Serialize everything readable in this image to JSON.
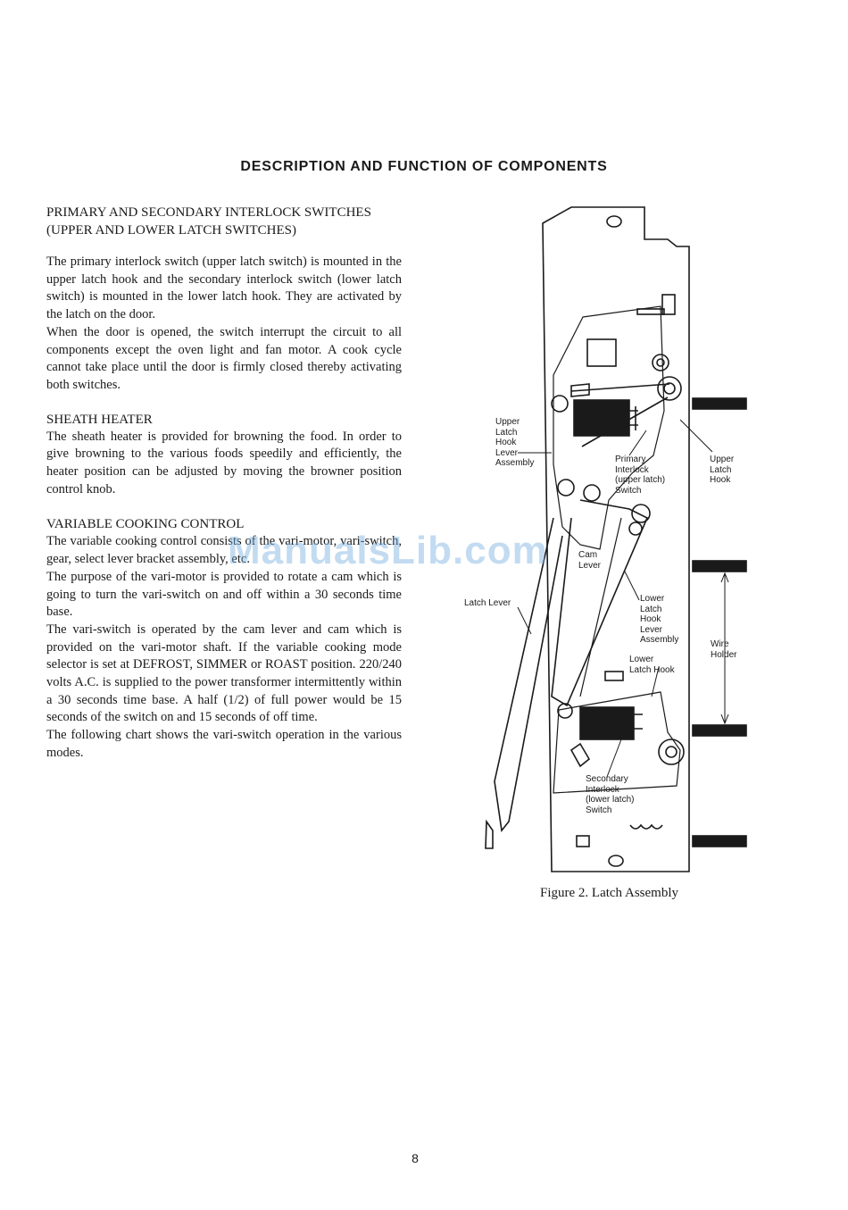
{
  "page": {
    "title": "DESCRIPTION AND FUNCTION OF COMPONENTS",
    "page_number": "8",
    "watermark": "ManualsLib.com"
  },
  "sections": [
    {
      "heading": "PRIMARY AND SECONDARY INTERLOCK SWITCHES (UPPER AND LOWER LATCH SWITCHES)",
      "paragraphs": [
        "The primary interlock switch (upper latch switch) is mounted in the upper latch hook and the secondary interlock switch (lower latch switch) is mounted in the lower latch hook. They are activated by the latch on the door.",
        "When the door is opened, the switch interrupt the circuit to all components except the oven light and fan motor. A cook cycle cannot take place until the door is firmly closed thereby activating both switches."
      ]
    },
    {
      "heading": "SHEATH HEATER",
      "paragraphs": [
        "The sheath heater is provided for browning the food. In order to give browning to the various foods speedily and efficiently, the heater position can be adjusted by moving the browner position control knob."
      ]
    },
    {
      "heading": "VARIABLE COOKING CONTROL",
      "paragraphs": [
        "The variable cooking control consists of the vari-motor, vari-switch, gear, select lever bracket assembly, etc.",
        "The purpose of the vari-motor is provided to rotate a cam which is going to turn the vari-switch on and off within a 30 seconds time base.",
        "The vari-switch is operated by the cam lever and cam which is provided on the vari-motor shaft. If the variable cooking mode selector is set at DEFROST, SIMMER or ROAST position. 220/240 volts A.C. is supplied to the power transformer intermittently within a 30 seconds time base. A half (1/2) of full power would be 15 seconds of the switch on and 15 seconds of off time.",
        "The following chart shows the vari-switch operation in the various modes."
      ]
    }
  ],
  "figure": {
    "caption": "Figure 2.  Latch Assembly",
    "labels": {
      "upper_latch_hook_lever": "Upper\nLatch\nHook\nLever\nAssembly",
      "primary_interlock": "Primary\nInterlock\n(upper latch)\nSwitch",
      "upper_latch_hook": "Upper\nLatch\nHook",
      "cam_lever": "Cam\nLever",
      "latch_lever": "Latch Lever",
      "lower_latch_hook_lever": "Lower\nLatch\nHook\nLever\nAssembly",
      "wire_holder": "Wire\nHolder",
      "lower_latch_hook": "Lower\nLatch Hook",
      "secondary_interlock": "Secondary\nInterlock\n(lower latch)\nSwitch"
    }
  }
}
